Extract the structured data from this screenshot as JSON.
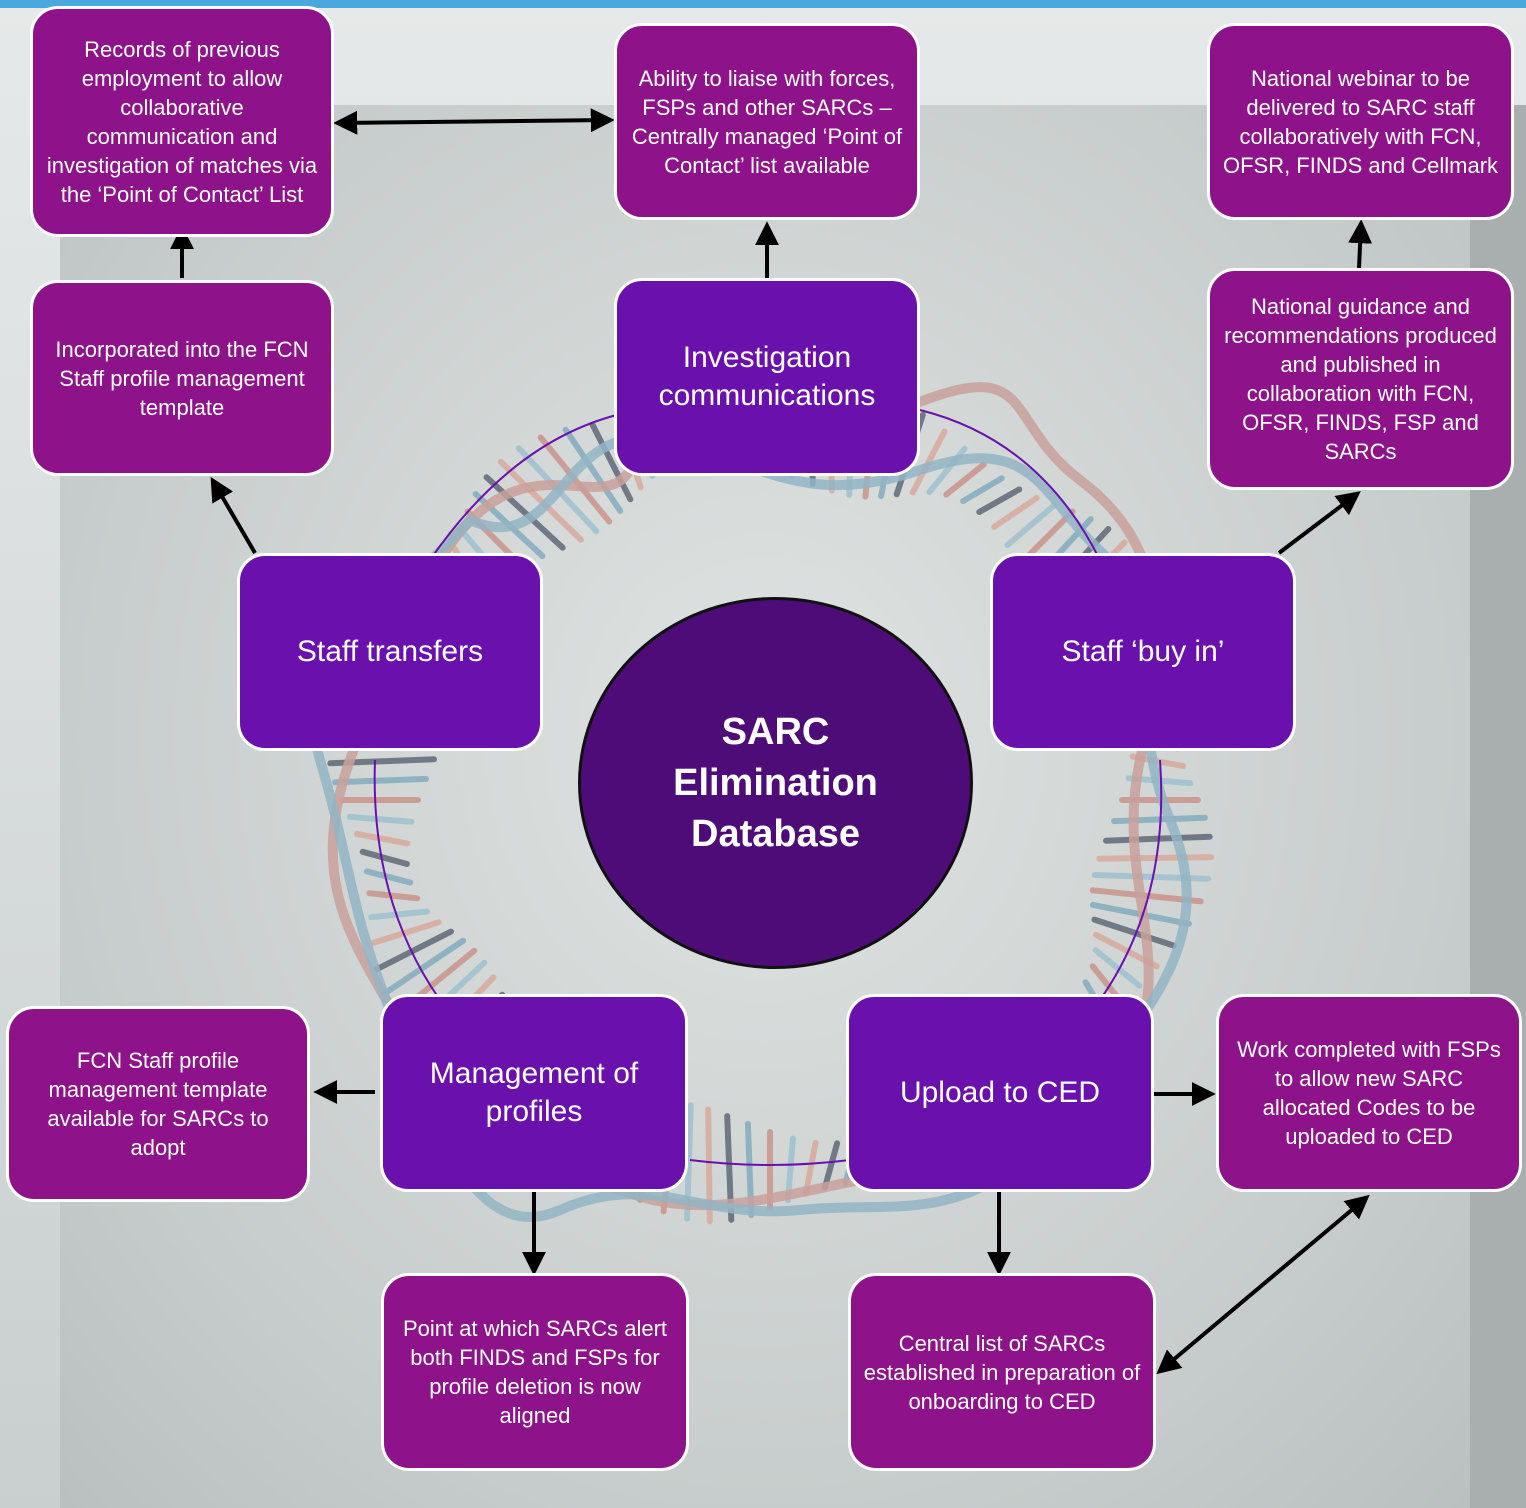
{
  "hub": {
    "label": "SARC Elimination Database"
  },
  "themes": {
    "investigation": "Investigation communications",
    "staff_transfers": "Staff transfers",
    "staff_buy_in": "Staff ‘buy in’",
    "management": "Management of profiles",
    "upload": "Upload to CED"
  },
  "outcomes": {
    "records": "Records of previous employment to allow collaborative communication and investigation of matches via the ‘Point of Contact’ List",
    "liaise": "Ability to liaise with forces, FSPs and other SARCs – Centrally managed ‘Point of Contact’ list available",
    "webinar": "National webinar to be delivered to SARC staff collaboratively with FCN, OFSR, FINDS and Cellmark",
    "incorporated": "Incorporated into the FCN Staff profile management template",
    "guidance": "National guidance and recommendations produced and published in collaboration with FCN, OFSR, FINDS, FSP and SARCs",
    "fcn_template": "FCN Staff profile management template available for SARCs to adopt",
    "work_completed": "Work completed with FSPs to allow new SARC allocated Codes to be uploaded to CED",
    "point_alert": "Point at which SARCs alert both FINDS and FSPs for profile deletion is now aligned",
    "central_list": "Central list of SARCs established in preparation of onboarding to CED"
  },
  "colors": {
    "theme_box": "#6a10ac",
    "outcome_box": "#8e1289",
    "hub": "#4e0c78",
    "top_bar": "#4aa9dc"
  }
}
